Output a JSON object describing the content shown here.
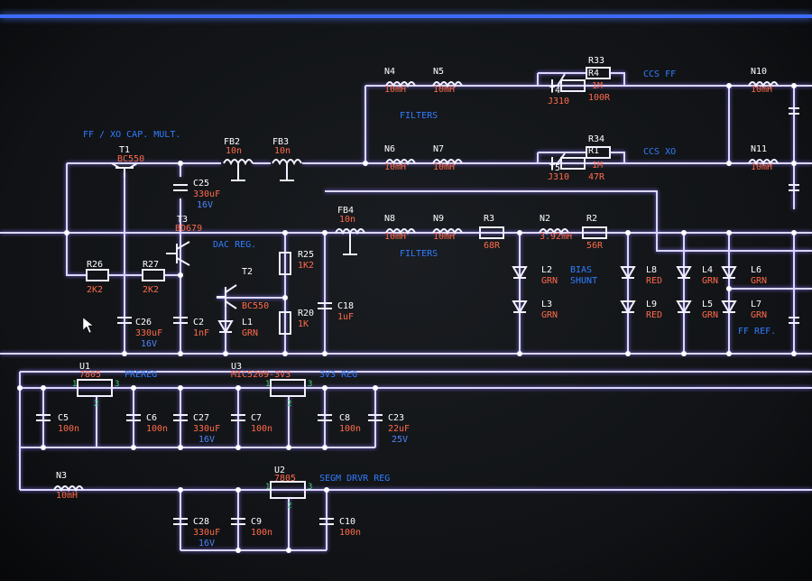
{
  "colors": {
    "wire": "#dcd6ff",
    "ref": "#ffffff",
    "value": "#ff6a4a",
    "net_label": "#2f7dff",
    "pin": "#3fd96b",
    "top_bar": "#3d6bff"
  },
  "net_labels": {
    "ff_xo": "FF / XO CAP. MULT.",
    "filters_top": "FILTERS",
    "filters_mid": "FILTERS",
    "ccs_ff": "CCS FF",
    "ccs_xo": "CCS XO",
    "dac_reg": "DAC REG.",
    "bias": "BIAS",
    "shunt": "SHUNT",
    "ff_ref": "FF REF.",
    "prereg": "PREREG",
    "reg_3v3": "3V3 REG",
    "segm": "SEGM DRVR REG"
  },
  "components": {
    "N4": {
      "ref": "N4",
      "val": "10mH"
    },
    "N5": {
      "ref": "N5",
      "val": "10mH"
    },
    "N6": {
      "ref": "N6",
      "val": "10mH"
    },
    "N7": {
      "ref": "N7",
      "val": "10mH"
    },
    "N8": {
      "ref": "N8",
      "val": "10mH"
    },
    "N9": {
      "ref": "N9",
      "val": "10mH"
    },
    "N10": {
      "ref": "N10",
      "val": "10mH"
    },
    "N11": {
      "ref": "N11",
      "val": "10mH"
    },
    "N2": {
      "ref": "N2",
      "val": "3.92mH"
    },
    "N3": {
      "ref": "N3",
      "val": "10mH"
    },
    "R33": {
      "ref": "R33",
      "val": "1M"
    },
    "R4": {
      "ref": "R4",
      "val": "100R"
    },
    "R34": {
      "ref": "R34",
      "val": "1M"
    },
    "R1": {
      "ref": "R1",
      "val": "47R"
    },
    "R3": {
      "ref": "R3",
      "val": "68R"
    },
    "R2": {
      "ref": "R2",
      "val": "56R"
    },
    "R25": {
      "ref": "R25",
      "val": "1K2"
    },
    "R20": {
      "ref": "R20",
      "val": "1K"
    },
    "R26": {
      "ref": "R26",
      "val": "2K2"
    },
    "R27": {
      "ref": "R27",
      "val": "2K2"
    },
    "T1": {
      "ref": "T1",
      "val": "BC550"
    },
    "T2": {
      "ref": "T2",
      "val": "BC550"
    },
    "T3": {
      "ref": "T3",
      "val": "BD679"
    },
    "T4": {
      "ref": "T4",
      "val": "J310"
    },
    "T5": {
      "ref": "T5",
      "val": "J310"
    },
    "FB2": {
      "ref": "FB2",
      "val": "10n"
    },
    "FB3": {
      "ref": "FB3",
      "val": "10n"
    },
    "FB4": {
      "ref": "FB4",
      "val": "10n"
    },
    "C25": {
      "ref": "C25",
      "val": "330uF",
      "volt": "16V"
    },
    "C26": {
      "ref": "C26",
      "val": "330uF",
      "volt": "16V"
    },
    "C2": {
      "ref": "C2",
      "val": "1nF"
    },
    "C18": {
      "ref": "C18",
      "val": "1uF"
    },
    "L1": {
      "ref": "L1",
      "val": "GRN"
    },
    "L2": {
      "ref": "L2",
      "val": "GRN"
    },
    "L3": {
      "ref": "L3",
      "val": "GRN"
    },
    "L8": {
      "ref": "L8",
      "val": "RED"
    },
    "L9": {
      "ref": "L9",
      "val": "RED"
    },
    "L4": {
      "ref": "L4",
      "val": "GRN"
    },
    "L5": {
      "ref": "L5",
      "val": "GRN"
    },
    "L6": {
      "ref": "L6",
      "val": "GRN"
    },
    "L7": {
      "ref": "L7",
      "val": "GRN"
    },
    "U1": {
      "ref": "U1",
      "val": "7805"
    },
    "U3": {
      "ref": "U3",
      "val": "MIC5209-3V3"
    },
    "U2": {
      "ref": "U2",
      "val": "7805"
    },
    "C5": {
      "ref": "C5",
      "val": "100n"
    },
    "C6": {
      "ref": "C6",
      "val": "100n"
    },
    "C27": {
      "ref": "C27",
      "val": "330uF",
      "volt": "16V"
    },
    "C7": {
      "ref": "C7",
      "val": "100n"
    },
    "C8": {
      "ref": "C8",
      "val": "100n"
    },
    "C23": {
      "ref": "C23",
      "val": "22uF",
      "volt": "25V"
    },
    "C28": {
      "ref": "C28",
      "val": "330uF",
      "volt": "16V"
    },
    "C9": {
      "ref": "C9",
      "val": "100n"
    },
    "C10": {
      "ref": "C10",
      "val": "100n"
    }
  },
  "pins": {
    "p1": "1",
    "p2": "2",
    "p3": "3"
  }
}
